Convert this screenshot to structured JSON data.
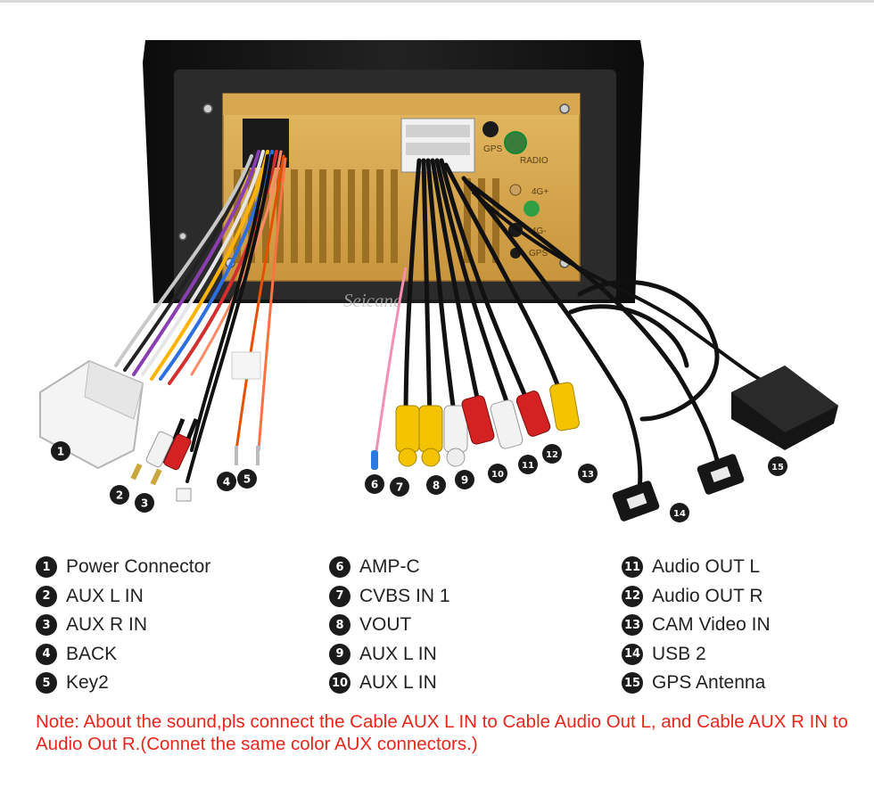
{
  "watermark": "Seicane",
  "panel_labels": {
    "gps": "GPS",
    "radio": "RADIO",
    "fourg_plus": "4G+",
    "fourg_minus": "4G-",
    "gps2": "GPS"
  },
  "callouts": [
    "1",
    "2",
    "3",
    "4",
    "5",
    "6",
    "7",
    "8",
    "9",
    "10",
    "11",
    "12",
    "13",
    "14",
    "15"
  ],
  "legend": {
    "columns": [
      [
        {
          "num": "1",
          "label": "Power Connector"
        },
        {
          "num": "2",
          "label": "AUX L IN"
        },
        {
          "num": "3",
          "label": "AUX R IN"
        },
        {
          "num": "4",
          "label": "BACK"
        },
        {
          "num": "5",
          "label": "Key2"
        }
      ],
      [
        {
          "num": "6",
          "label": "AMP-C"
        },
        {
          "num": "7",
          "label": "CVBS IN 1"
        },
        {
          "num": "8",
          "label": "VOUT"
        },
        {
          "num": "9",
          "label": "AUX L IN"
        },
        {
          "num": "10",
          "label": "AUX L IN"
        }
      ],
      [
        {
          "num": "11",
          "label": "Audio OUT L"
        },
        {
          "num": "12",
          "label": "Audio OUT R"
        },
        {
          "num": "13",
          "label": "CAM Video IN"
        },
        {
          "num": "14",
          "label": "USB 2"
        },
        {
          "num": "15",
          "label": "GPS Antenna"
        }
      ]
    ]
  },
  "note": "Note: About the sound,pls connect the Cable AUX L IN to Cable Audio Out L, and Cable AUX R IN to  Audio Out R.(Connet the same color AUX connectors.)",
  "colors": {
    "note": "#e8261c",
    "badge": "#1b1b1b",
    "chassis": "#d6a94c",
    "frame": "#111111"
  }
}
